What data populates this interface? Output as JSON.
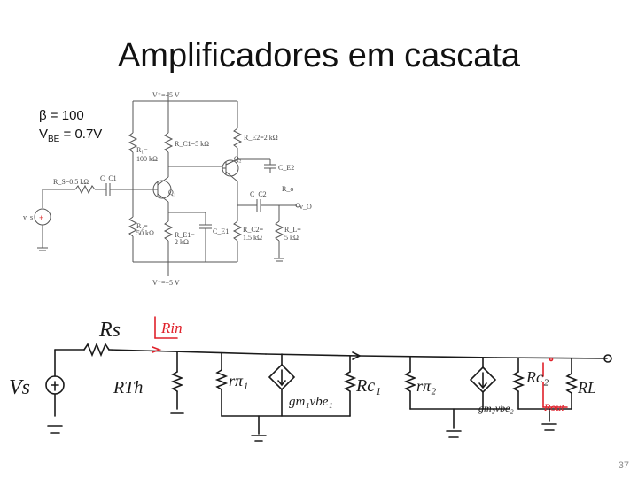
{
  "slide": {
    "title": "Amplificadores em cascata",
    "beta_line": "β = 100",
    "vbe_prefix": "V",
    "vbe_sub": "BE",
    "vbe_rest": " = 0.7V",
    "page_number": "37"
  },
  "schematic": {
    "vplus": "V⁺=+5 V",
    "vminus": "V⁻=−5 V",
    "r1": "R₁=",
    "r1_val": "100 kΩ",
    "rc1": "R_C1=5 kΩ",
    "re2": "R_E2=2 kΩ",
    "ce2": "C_E2",
    "q2": "Q₂",
    "rs": "R_S=0.5 kΩ",
    "cc1": "C_C1",
    "q1": "Q₁",
    "cc2": "C_C2",
    "ro": "R_o",
    "vo": "v_O",
    "vs": "v_s",
    "r2": "R₂=",
    "r2_val": "50 kΩ",
    "re1": "R_E1=",
    "re1_val": "2 kΩ",
    "ce1": "C_E1",
    "rc2": "R_C2=",
    "rc2_val": "1.5 kΩ",
    "rl": "R_L=",
    "rl_val": "5 kΩ"
  },
  "handwritten": {
    "rs": "Rs",
    "rin": "Rin",
    "vs": "Vs",
    "rth": "RTh",
    "rpi1": "rπ₁",
    "gm1": "gm₁vbe₁",
    "rc1": "Rc₁",
    "rpi2": "rπ₂",
    "gm2": "gm₂vbe₂",
    "rc2": "Rc₂",
    "rl": "RL",
    "rout": "Rout"
  },
  "colors": {
    "ink": "#1a1a1a",
    "annotation": "#e0202a",
    "schematic": "#333333"
  }
}
